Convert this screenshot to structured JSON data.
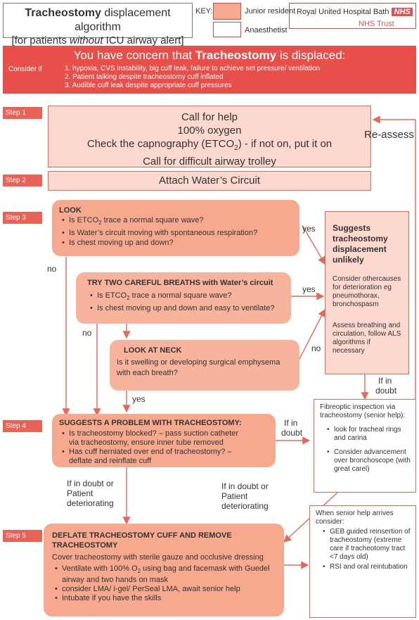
{
  "title": {
    "bold": "Tracheostomy",
    "rest": " displacement algorithm",
    "line2_pre": "[for patients ",
    "line2_em": "without",
    "line2_post": " ICU airway alert]"
  },
  "key": {
    "label": "KEY:",
    "junior": "Junior resident",
    "anaesthetist": "Anaesthetist"
  },
  "hospital": {
    "name": "Royal United Hospital Bath",
    "badge": "NHS",
    "trust": "NHS Trust"
  },
  "concern": {
    "head_pre": "You have concern that ",
    "head_bold": "Tracheostomy",
    "head_post": " is displaced:",
    "consider": "Consider if",
    "items": [
      "1. hypoxia, CVS instability, big cuff leak, failure to achieve set pressure/ ventilation",
      "2. Patient talking despite tracheostomy cuff inflated",
      "3. Audible cuff leak despite appropriate cuff pressures"
    ]
  },
  "steps": [
    "Step 1",
    "Step 2",
    "Step 3",
    "Step 4",
    "Step 5"
  ],
  "step1": {
    "lines": [
      "Call for help",
      "100% oxygen"
    ],
    "line3_pre": "Check the capnography (ETCO",
    "line3_sub": "2",
    "line3_post": ") - if not on, put it on",
    "line4": "Call for difficult airway trolley"
  },
  "reassess": "Re-assess",
  "step2": "Attach Water’s Circuit",
  "look": {
    "title": "LOOK",
    "q1_pre": "Is ETCO",
    "q1_sub": "2",
    "q1_post": " trace a normal square wave?",
    "q2": "Is Water’s circuit moving with spontaneous respiration?",
    "q3": "Is chest moving up and down?"
  },
  "breaths": {
    "title": "TRY TWO CAREFUL BREATHS with Water’s circuit",
    "q1_pre": "Is ETCO",
    "q1_sub": "2",
    "q1_post": " trace a normal square wave?",
    "q2": "Is chest moving up and down and easy to ventilate?"
  },
  "neck": {
    "title": "LOOK AT NECK",
    "text": "Is it swelling or developing surgical emphysema with each breath?"
  },
  "unlikely": {
    "title": "Suggests tracheostomy displacement unlikely",
    "p1": "Consider othercauses for deterioration eg pneumothorax, bronchospasm",
    "p2": "Assess breathing and circulation, follow ALS algorithms if necessary"
  },
  "flow_labels": {
    "yes1": "yes",
    "yes2": "yes",
    "no1": "no",
    "no2": "no",
    "no3": "no",
    "yes3": "yes",
    "if_in": "If in",
    "doubt": "doubt",
    "if_in2": "If in",
    "doubt2": "doubt",
    "doubt_patient_l1": "If in doubt or",
    "doubt_patient_l2": "Patient",
    "doubt_patient_l3": "deteriorating",
    "doubt_patient_r1": "If in doubt or",
    "doubt_patient_r2": "Patient",
    "doubt_patient_r3": "deteriorating"
  },
  "problem": {
    "title": "SUGGESTS A PROBLEM WITH TRACHEOSTOMY:",
    "b1a": "Is tracheostomy blocked? – pass suction catheter",
    "b1b": "via tracheostomy, ensure inner tube removed",
    "b2a": "Has cuff herniated over end of tracheostomy? –",
    "b2b": "deflate and reinflate cuff"
  },
  "fibreoptic": {
    "intro": "Fibreoptic inspection via tracheostomy (senior help):",
    "b1": "look for tracheal rings and carina",
    "b2": "Consider advancement over bronchoscope (with great carel)"
  },
  "deflate": {
    "title": "DEFLATE TRACHEOSTOMY CUFF AND REMOVE TRACHEOSTOMY",
    "line": "Cover tracheostomy with sterile gauze and occlusive dressing",
    "b1_pre": "Ventilate with 100% O",
    "b1_sub": "2",
    "b1_post": " using bag and facemask with Guedel airway and two hands on mask",
    "b2": "consider LMA/ i-gel/ PerSeal LMA, await senior help",
    "b3": "Intubate if you have the skills"
  },
  "senior": {
    "intro": "When senior help arrives consider:",
    "b1": "GEB guided reinsertion of tracheostomy (extreme care if tracheotomy tract <7 days old)",
    "b2": "RSI and oral reintubation"
  },
  "colors": {
    "red": "#e84f4a",
    "junior_fill": "#f6a98f",
    "light_fill": "#fdd8cf"
  }
}
